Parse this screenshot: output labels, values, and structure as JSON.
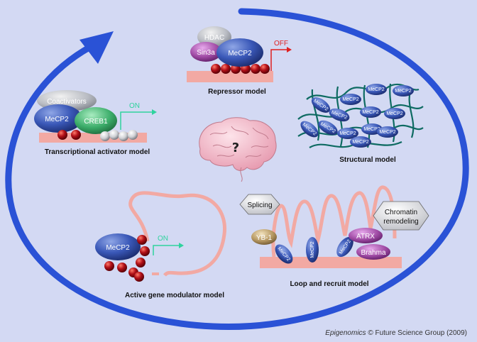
{
  "labels": {
    "hdac": "HDAC",
    "sin3a": "Sin3a",
    "mecp2": "MeCP2",
    "off": "OFF",
    "on": "ON",
    "coactivators": "Coactivators",
    "creb1": "CREB1",
    "question": "?",
    "splicing": "Splicing",
    "chromatin": "Chromatin",
    "remodeling": "remodeling",
    "yb1": "YB-1",
    "atrx": "ATRX",
    "brahma": "Brahma"
  },
  "captions": {
    "repressor": "Repressor model",
    "activator": "Transcriptional activator model",
    "structural": "Structural model",
    "active_gene": "Active gene modulator model",
    "loop_recruit": "Loop and recruit model"
  },
  "credit": {
    "journal": "Epigenomics",
    "rest": " © Future Science Group (2009)"
  },
  "colors": {
    "arrow": "#2a52d6",
    "dna": "#f2a9a3",
    "mecp2": "#3a58b8",
    "methyl": "#a80d12",
    "creb1": "#3cad6a",
    "sin3a": "#a14ca6",
    "atrx": "#9a3fa6",
    "yb1": "#b59761",
    "gene_arrow": "#2fd39e",
    "off_arrow": "#e02020",
    "brain": "#f0b8c6"
  }
}
